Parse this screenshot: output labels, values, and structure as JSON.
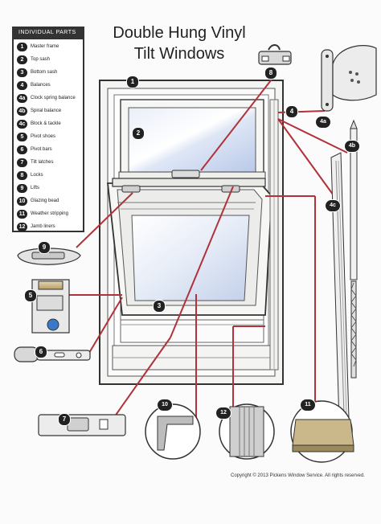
{
  "title": {
    "line1": "Double Hung Vinyl",
    "line2": "Tilt Windows"
  },
  "legend": {
    "heading": "INDIVIDUAL PARTS",
    "items": [
      {
        "num": "1",
        "label": "Master frame"
      },
      {
        "num": "2",
        "label": "Top sash"
      },
      {
        "num": "3",
        "label": "Bottom sash"
      },
      {
        "num": "4",
        "label": "Balances"
      },
      {
        "num": "4a",
        "label": "Clock spring balance"
      },
      {
        "num": "4b",
        "label": "Spiral balance"
      },
      {
        "num": "4c",
        "label": "Block & tackle"
      },
      {
        "num": "5",
        "label": "Pivot shoes"
      },
      {
        "num": "6",
        "label": "Pivot bars"
      },
      {
        "num": "7",
        "label": "Tilt latches"
      },
      {
        "num": "8",
        "label": "Locks"
      },
      {
        "num": "9",
        "label": "Lifts"
      },
      {
        "num": "10",
        "label": "Glazing bead"
      },
      {
        "num": "11",
        "label": "Weather stripping"
      },
      {
        "num": "12",
        "label": "Jamb liners"
      }
    ]
  },
  "callouts": {
    "c1": "1",
    "c2": "2",
    "c3": "3",
    "c4": "4",
    "c4a": "4a",
    "c4b": "4b",
    "c4c": "4c",
    "c5": "5",
    "c6": "6",
    "c7": "7",
    "c8": "8",
    "c9": "9",
    "c10": "10",
    "c11": "11",
    "c12": "12"
  },
  "colors": {
    "leader": "#b0323a",
    "frame": "#f7f7f5",
    "outline": "#333333",
    "glass": "#cfd9ee"
  },
  "copyright": "Copyright © 2013 Pickens Window Service. All rights reserved."
}
